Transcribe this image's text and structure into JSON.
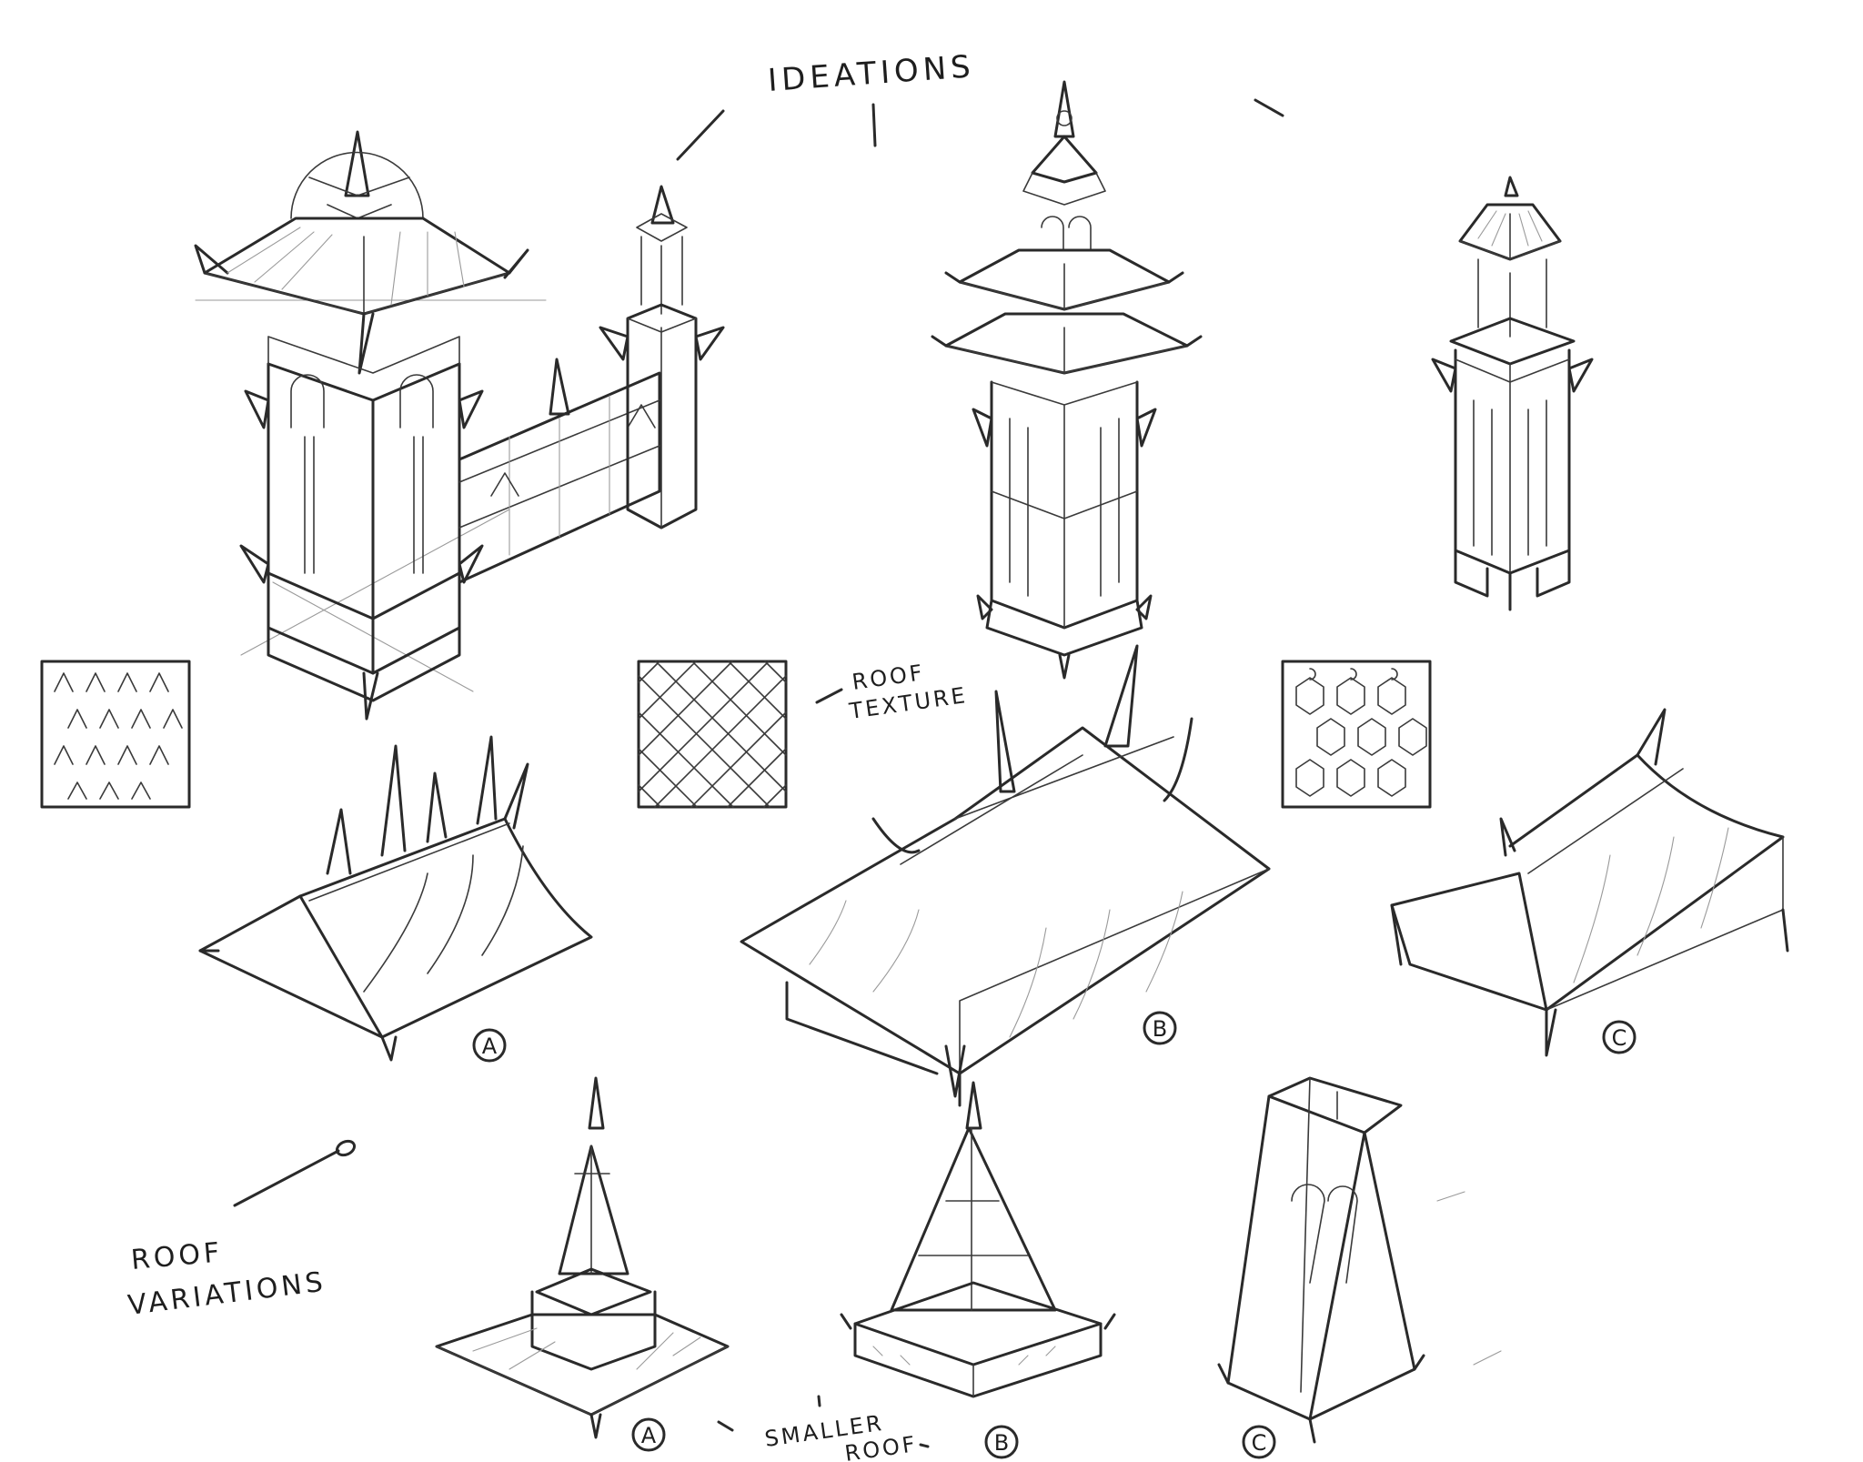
{
  "annotations": {
    "ideations": "IDEATIONS",
    "roof_texture_line1": "ROOF",
    "roof_texture_line2": "TEXTURE",
    "roof_variations_line1": "ROOF",
    "roof_variations_line2": "VARIATIONS",
    "smaller_roof_line1": "SMALLER",
    "smaller_roof_line2": "ROOF"
  },
  "roof_labels": {
    "a": "A",
    "b": "B",
    "c": "C"
  },
  "spire_labels": {
    "a": "A",
    "b": "B",
    "c": "C"
  },
  "colors": {
    "paper": "#ffffff",
    "ink": "#2a2a2a",
    "construction_lines": "#9a9a9a"
  }
}
